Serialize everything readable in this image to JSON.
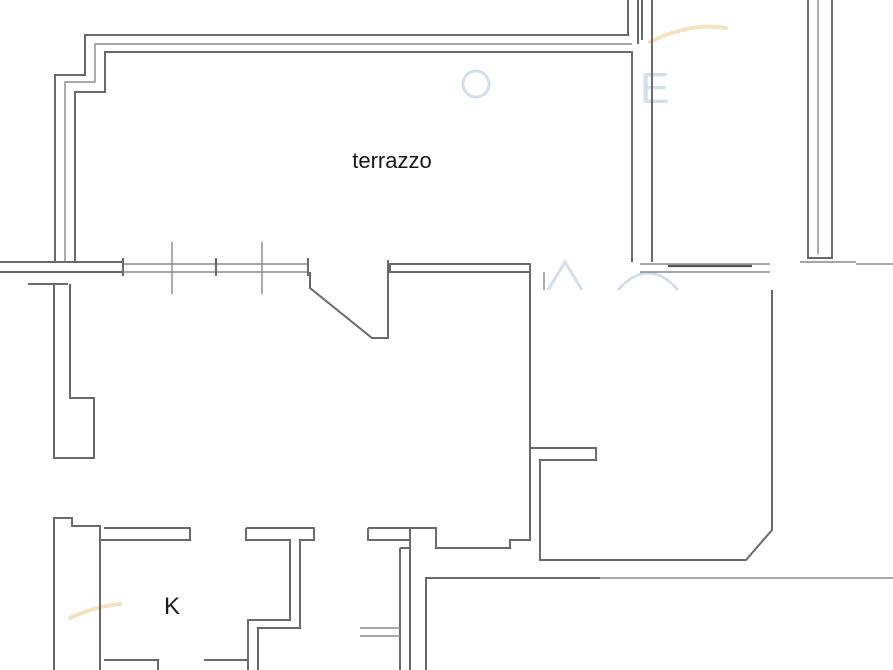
{
  "rooms": {
    "terrace_label": "terrazzo",
    "kitchen_label": "K"
  },
  "watermark": {
    "glyph": "E"
  },
  "colors": {
    "walls": "#6a6a6a",
    "background": "#ffffff",
    "watermark": "#c9d6e6"
  }
}
